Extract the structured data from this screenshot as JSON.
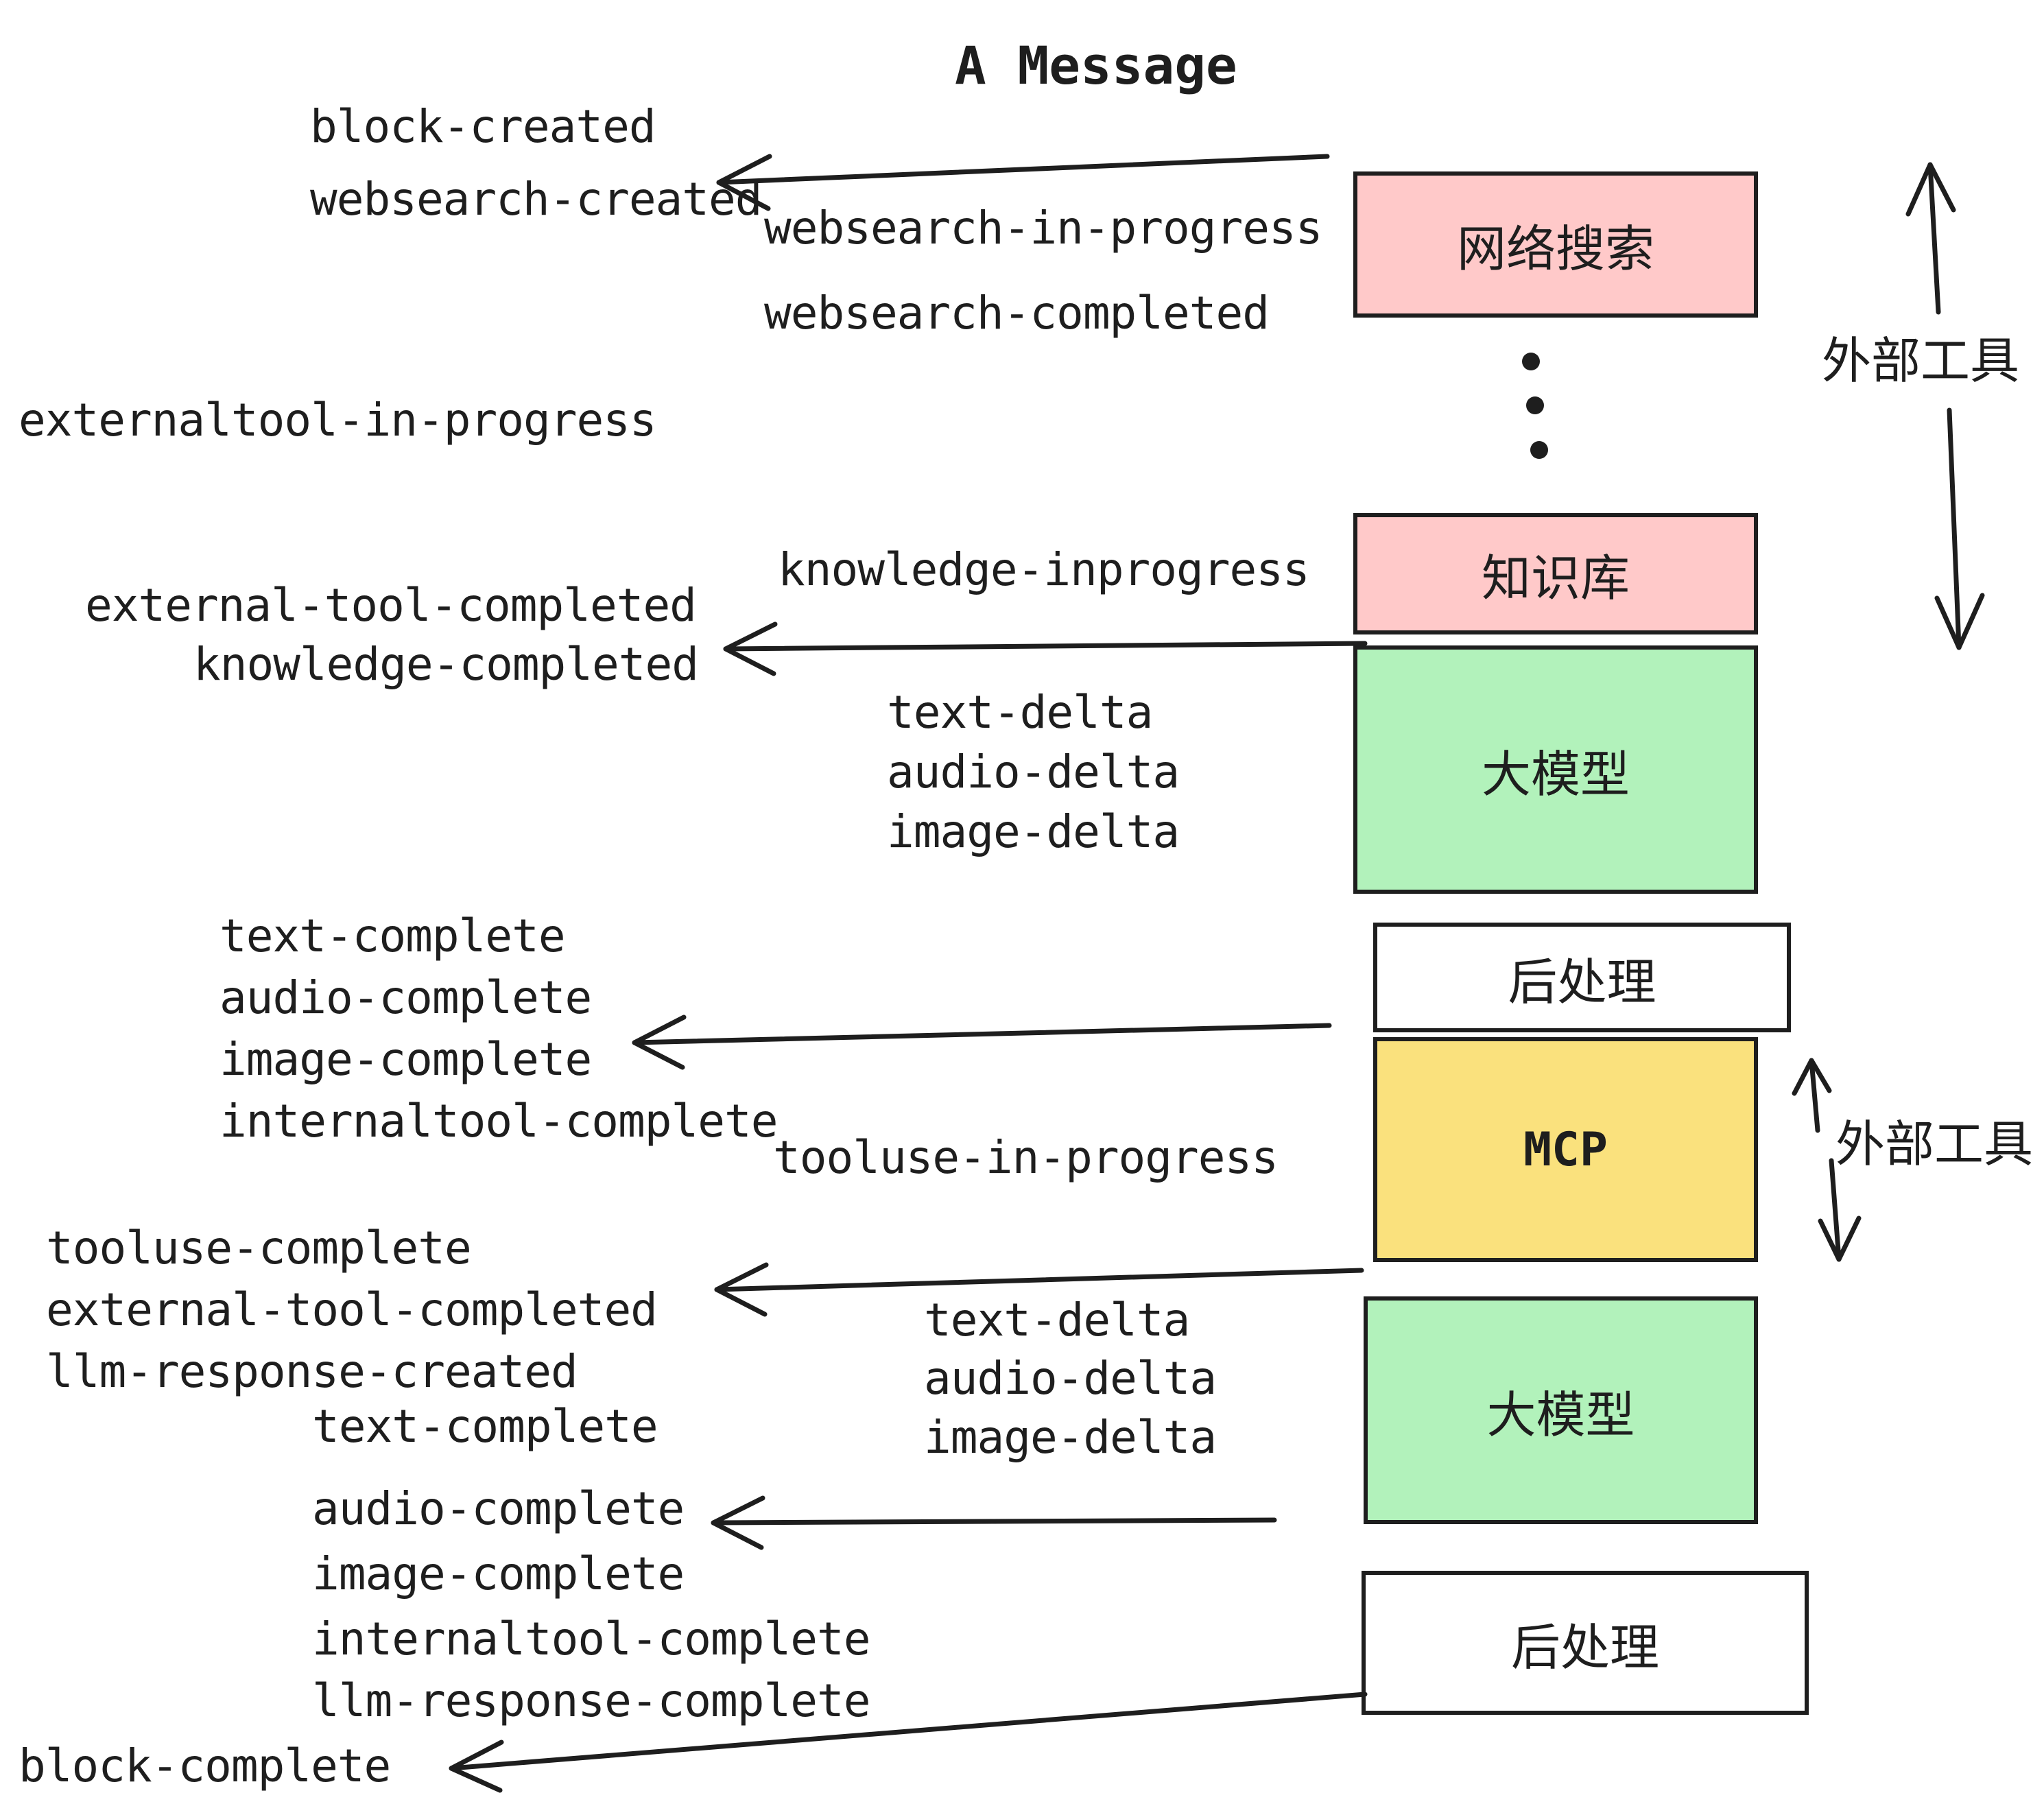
{
  "title": "A Message",
  "colors": {
    "ink": "#1e1e1e",
    "pink": "#ffc9c9",
    "green": "#b2f2bb",
    "yellow": "#fae17d",
    "white": "#ffffff"
  },
  "boxes": [
    {
      "label": "网络搜索",
      "color": "pink"
    },
    {
      "label": "知识库",
      "color": "pink"
    },
    {
      "label": "大模型",
      "color": "green"
    },
    {
      "label": "后处理",
      "color": "white"
    },
    {
      "label": "MCP",
      "color": "yellow"
    },
    {
      "label": "大模型",
      "color": "green"
    },
    {
      "label": "后处理",
      "color": "white"
    }
  ],
  "side_annotations": [
    {
      "label": "外部工具"
    },
    {
      "label": "外部工具"
    }
  ],
  "events": [
    {
      "text": "block-created"
    },
    {
      "text": "websearch-created"
    },
    {
      "text": "websearch-in-progress"
    },
    {
      "text": "websearch-completed"
    },
    {
      "text": "externaltool-in-progress"
    },
    {
      "text": "knowledge-inprogress"
    },
    {
      "text": "external-tool-completed"
    },
    {
      "text": "knowledge-completed"
    },
    {
      "text": "text-delta"
    },
    {
      "text": "audio-delta"
    },
    {
      "text": "image-delta"
    },
    {
      "text": "text-complete"
    },
    {
      "text": "audio-complete"
    },
    {
      "text": "image-complete"
    },
    {
      "text": "internaltool-complete"
    },
    {
      "text": "tooluse-in-progress"
    },
    {
      "text": "tooluse-complete"
    },
    {
      "text": "external-tool-completed"
    },
    {
      "text": "llm-response-created"
    },
    {
      "text": "text-delta"
    },
    {
      "text": "audio-delta"
    },
    {
      "text": "image-delta"
    },
    {
      "text": "text-complete"
    },
    {
      "text": "audio-complete"
    },
    {
      "text": "image-complete"
    },
    {
      "text": "internaltool-complete"
    },
    {
      "text": "llm-response-complete"
    },
    {
      "text": "block-complete"
    }
  ]
}
